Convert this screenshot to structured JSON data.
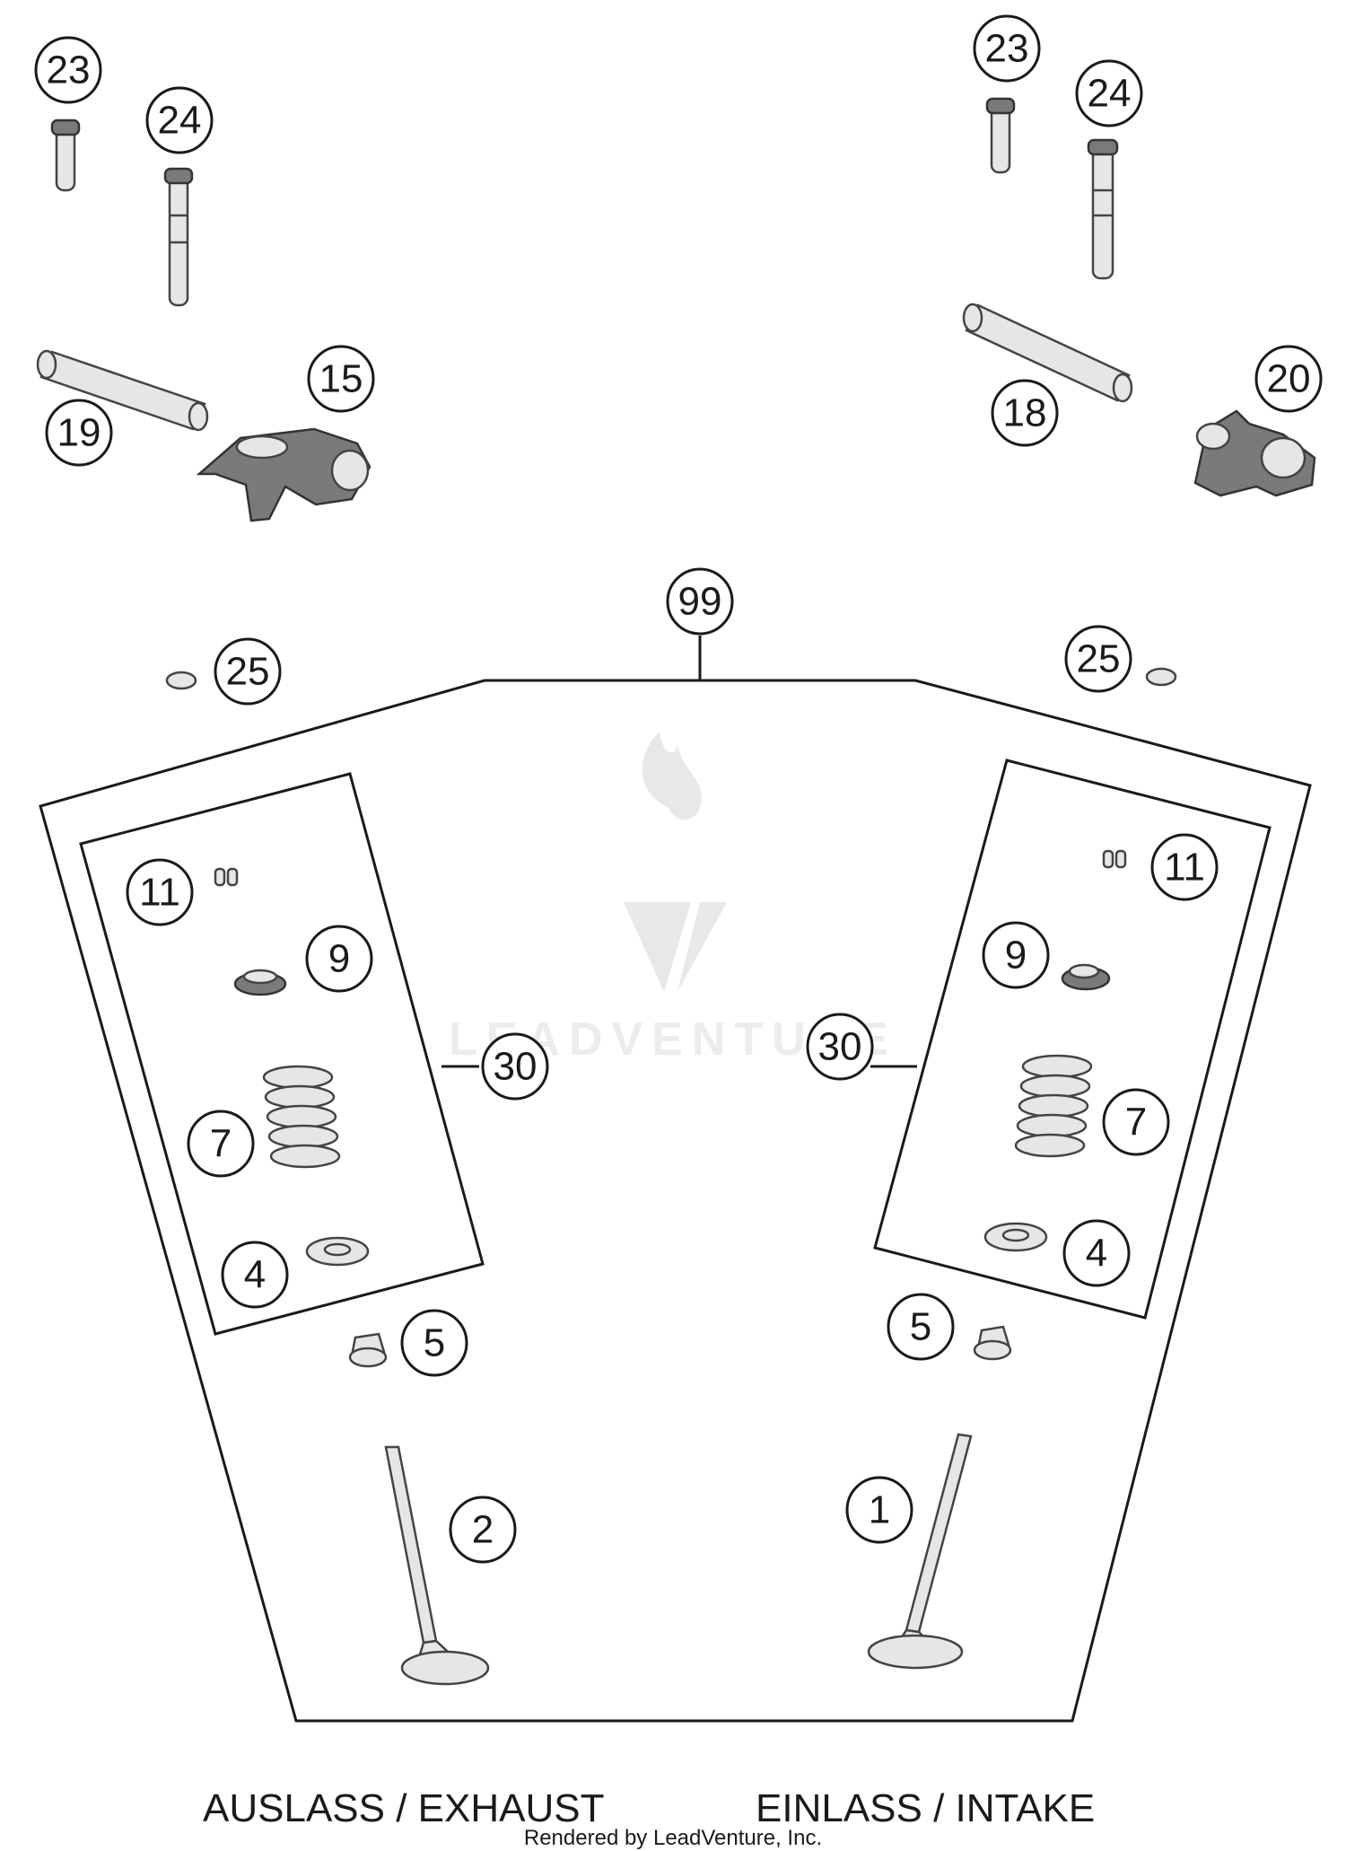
{
  "callouts": {
    "c23_left": "23",
    "c24_left": "24",
    "c19": "19",
    "c15": "15",
    "c23_right": "23",
    "c24_right": "24",
    "c18": "18",
    "c20": "20",
    "c99": "99",
    "c25_left": "25",
    "c25_right": "25",
    "c11_left": "11",
    "c9_left": "9",
    "c30_left": "30",
    "c7_left": "7",
    "c4_left": "4",
    "c5_left": "5",
    "c2": "2",
    "c11_right": "11",
    "c9_right": "9",
    "c30_right": "30",
    "c7_right": "7",
    "c4_right": "4",
    "c5_right": "5",
    "c1": "1"
  },
  "labels": {
    "exhaust": "AUSLASS / EXHAUST",
    "intake": "EINLASS / INTAKE"
  },
  "watermark": "LEADVENTURE",
  "footer": "Rendered by LeadVenture, Inc."
}
